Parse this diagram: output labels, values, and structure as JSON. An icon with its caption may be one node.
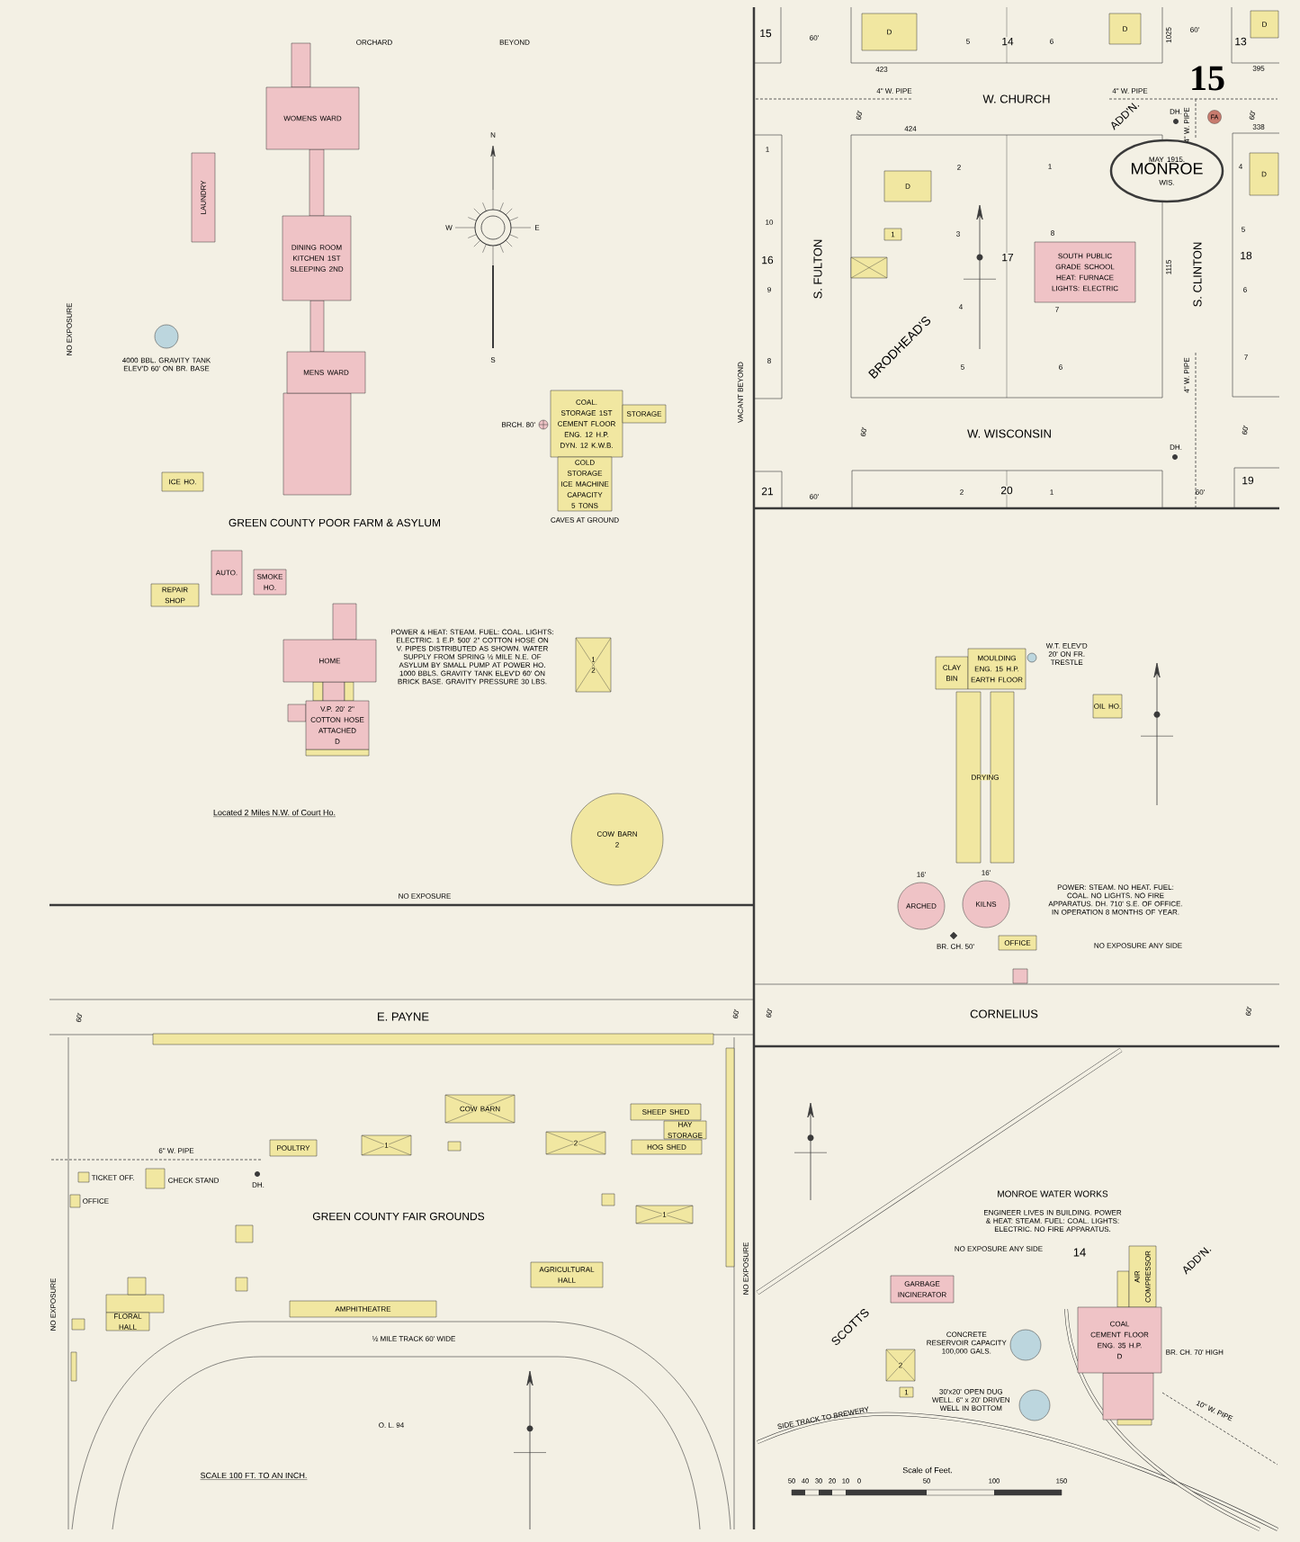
{
  "diagram": {
    "nodes": [
      {
        "text": [
          "WOMENS WARD"
        ]
      },
      {
        "text": [
          "DINING ROOM KITCHEN 1ST SLEEPING 2ND"
        ]
      },
      {
        "text": [
          "MENS WARD"
        ]
      },
      {
        "text": [
          "LAUNDRY"
        ]
      },
      {
        "text": [],
        "shape": "circle",
        "beside": [
          "4000 BBL. GRAVITY TANK ELEV'D 60' ON BR. BASE"
        ]
      },
      {
        "text": [
          "ICE HO."
        ]
      },
      {
        "text": [
          "COAL.",
          "STORAGE 1ST",
          "CEMENT FLOOR",
          "ENG. 12 H.P. DYN. 12 K.W.B."
        ]
      },
      {
        "text": [
          "COLD STORAGE ICE MACHINE CAPACITY 5 TONS"
        ],
        "beside": [
          "CAVES AT GROUND"
        ]
      },
      {
        "text": [
          "STORAGE"
        ]
      },
      {
        "text": [
          "REPAIR SHOP"
        ]
      },
      {
        "text": [
          "AUTO."
        ]
      },
      {
        "text": [
          "SMOKE HO."
        ]
      },
      {
        "text": [
          "HOME"
        ]
      },
      {
        "text": [
          "V.P. 20' 2\" COTTON HOSE ATTACHED",
          "D"
        ]
      },
      {
        "text": [
          "1",
          "2"
        ]
      },
      {
        "text": [
          "COW BARN",
          "2"
        ]
      },
      {
        "text": [
          "MAY 1915.",
          "MONROE",
          "WIS."
        ]
      },
      {
        "text": [
          "D"
        ]
      },
      {
        "text": [
          "D"
        ]
      },
      {
        "text": [
          "D"
        ]
      },
      {
        "text": [
          "D"
        ]
      },
      {
        "text": [
          "1"
        ]
      },
      {
        "text": [],
        "shape": "box"
      },
      {
        "text": [
          "D"
        ]
      },
      {
        "text": [
          "SOUTH PUBLIC GRADE SCHOOL",
          "HEAT: FURNACE LIGHTS: ELECTRIC"
        ]
      },
      {
        "text": [
          "CLAY BIN"
        ]
      },
      {
        "text": [
          "MOULDING ENG. 15 H.P. EARTH FLOOR"
        ]
      },
      {
        "text": [],
        "shape": "circle",
        "beside": [
          "W.T. ELEV'D 20' ON FR. TRESTLE"
        ]
      },
      {
        "text": [
          "OIL HO."
        ]
      },
      {
        "text": [
          "DRYING"
        ]
      },
      {
        "text": [
          "ARCHED"
        ],
        "beside": [
          "16'"
        ]
      },
      {
        "text": [
          "KILNS"
        ],
        "beside": [
          "16'"
        ]
      },
      {
        "text": [
          "OFFICE"
        ]
      },
      {
        "text": [],
        "shape": "box"
      },
      {
        "text": [],
        "shape": "bar"
      },
      {
        "text": [],
        "shape": "bar"
      },
      {
        "text": [
          "COW BARN"
        ]
      },
      {
        "text": [
          "POULTRY"
        ]
      },
      {
        "text": [
          "1"
        ]
      },
      {
        "text": [],
        "shape": "box"
      },
      {
        "text": [
          "2"
        ]
      },
      {
        "text": [
          "SHEEP SHED"
        ]
      },
      {
        "text": [
          "HAY STORAGE"
        ]
      },
      {
        "text": [
          "HOG SHED"
        ]
      },
      {
        "text": [],
        "shape": "box",
        "beside": [
          "TICKET OFF."
        ]
      },
      {
        "text": [],
        "shape": "box",
        "beside": [
          "CHECK STAND"
        ]
      },
      {
        "text": [],
        "shape": "box",
        "beside": [
          "OFFICE"
        ]
      },
      {
        "text": [],
        "shape": "box"
      },
      {
        "text": [],
        "shape": "box"
      },
      {
        "text": [
          "FLORAL HALL"
        ]
      },
      {
        "text": [],
        "shape": "box"
      },
      {
        "text": [],
        "shape": "box"
      },
      {
        "text": [
          "AMPHITHEATRE"
        ]
      },
      {
        "text": [
          "AGRICULTURAL HALL"
        ]
      },
      {
        "text": [],
        "shape": "box"
      },
      {
        "text": [
          "1"
        ]
      },
      {
        "text": [
          "GARBAGE INCINERATOR"
        ]
      },
      {
        "text": [
          "AIR COMPRESSOR"
        ]
      },
      {
        "text": [
          "COAL",
          "CEMENT FLOOR",
          "ENG. 35 H.P.",
          "D"
        ],
        "beside": [
          "BR. CH. 70' HIGH"
        ]
      },
      {
        "text": [],
        "shape": "circle",
        "beside": [
          "CONCRETE RESERVOIR CAPACITY 100,000 GALS."
        ]
      },
      {
        "text": [],
        "shape": "circle",
        "beside": [
          "30'x20' OPEN DUG WELL. 6\" x 20' DRIVEN WELL IN BOTTOM"
        ]
      },
      {
        "text": [
          "2"
        ]
      },
      {
        "text": [
          "1"
        ]
      }
    ],
    "labels": [
      "ORCHARD",
      "BEYOND",
      "NO EXPOSURE",
      "VACANT BEYOND",
      "N",
      "W",
      "E",
      "S",
      "BRCH. 80'",
      "GREEN COUNTY POOR FARM & ASYLUM",
      "POWER & HEAT: STEAM. FUEL: COAL. LIGHTS: ELECTRIC. 1 E.P. 500' 2\" COTTON HOSE ON V. PIPES DISTRIBUTED AS SHOWN. WATER SUPPLY FROM SPRING ½ MILE N.E. OF ASYLUM BY SMALL PUMP AT POWER HO. 1000 BBLS. GRAVITY TANK ELEV'D 60' ON BRICK BASE. GRAVITY PRESSURE 30 LBS.",
      "Located 2 Miles N.W. of Court Ho.",
      "NO EXPOSURE",
      "15",
      "W. CHURCH",
      "W. WISCONSIN",
      "S. FULTON",
      "S. CLINTON",
      "BRODHEAD'S",
      "ADD'N.",
      "15",
      "14",
      "13",
      "16",
      "17",
      "18",
      "21",
      "20",
      "19",
      "60'",
      "60'",
      "60'",
      "60'",
      "60'",
      "60'",
      "60'",
      "60'",
      "4\" W. PIPE",
      "4\" W. PIPE",
      "4\" W. PIPE",
      "4\" W. PIPE",
      "423",
      "424",
      "1025",
      "1115",
      "395",
      "338",
      "DH.",
      "DH.",
      "FA",
      "2",
      "3",
      "4",
      "5",
      "1",
      "8",
      "7",
      "6",
      "1",
      "10",
      "9",
      "8",
      "4",
      "5",
      "6",
      "7",
      "5",
      "6",
      "2",
      "1",
      "POWER: STEAM. NO HEAT. FUEL: COAL. NO LIGHTS. NO FIRE APPARATUS. DH. 710' S.E. OF OFFICE. IN OPERATION 8 MONTHS OF YEAR.",
      "BR. CH. 50'",
      "NO EXPOSURE ANY SIDE",
      "60'",
      "CORNELIUS",
      "60'",
      "60'",
      "E. PAYNE",
      "60'",
      "6\" W. PIPE",
      "DH.",
      "GREEN COUNTY FAIR GROUNDS",
      "½ MILE TRACK 60' WIDE",
      "O. L. 94",
      "SCALE 100 FT. TO AN INCH.",
      "NO EXPOSURE",
      "NO EXPOSURE",
      "MONROE WATER WORKS",
      "ENGINEER LIVES IN BUILDING. POWER & HEAT: STEAM. FUEL: COAL. LIGHTS: ELECTRIC. NO FIRE APPARATUS.",
      "NO EXPOSURE ANY SIDE",
      "14",
      "SCOTTS",
      "ADD'N.",
      "SIDE TRACK TO BREWERY",
      "10\" W. PIPE",
      "Scale of Feet.",
      "50",
      "40",
      "30",
      "20",
      "10",
      "0",
      "50",
      "100",
      "150"
    ]
  }
}
